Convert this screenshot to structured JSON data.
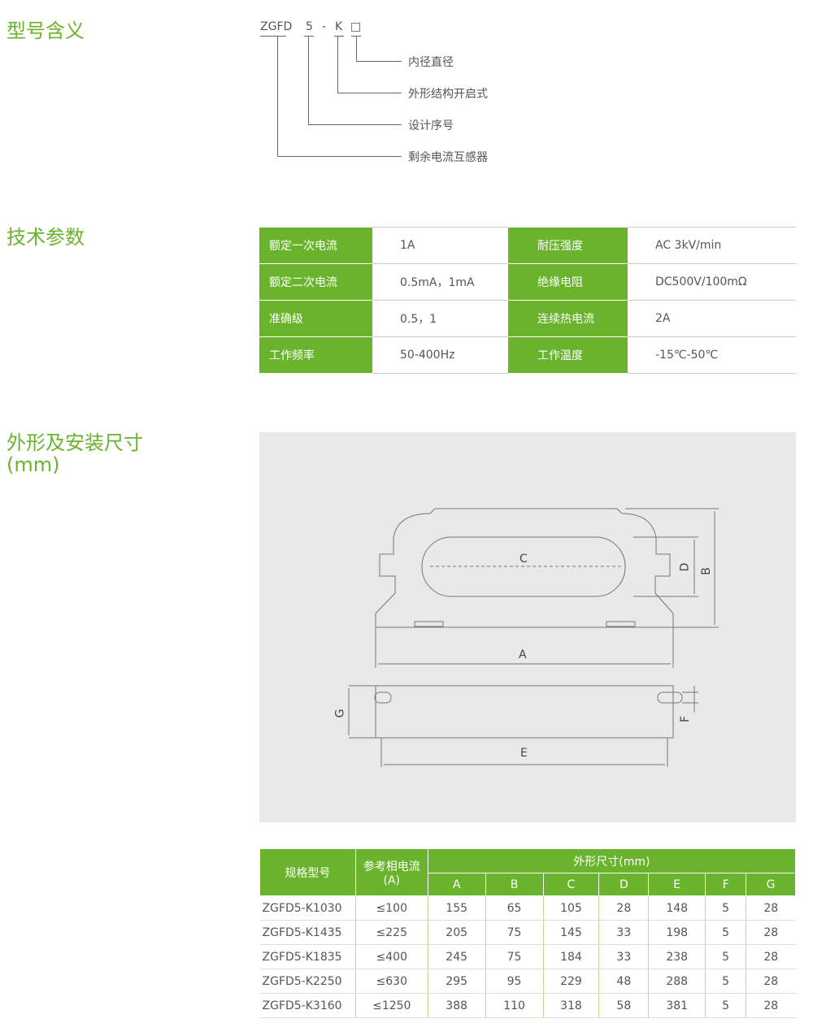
{
  "sections": {
    "model": "型号含义",
    "tech": "技术参数",
    "dims": "外形及安装尺寸",
    "dims_unit": "(mm)"
  },
  "model_code": {
    "p1": "ZGFD",
    "p2": "5",
    "dash": "-",
    "p3": "K",
    "p4": "□",
    "labels": [
      "内径直径",
      "外形结构开启式",
      "设计序号",
      "剩余电流互感器"
    ]
  },
  "spec": [
    [
      "额定一次电流",
      "1A",
      "耐压强度",
      "AC 3kV/min"
    ],
    [
      "额定二次电流",
      "0.5mA，1mA",
      "绝缘电阻",
      "DC500V/100mΩ"
    ],
    [
      "准确级",
      "0.5，1",
      "连续热电流",
      "2A"
    ],
    [
      "工作频率",
      "50-400Hz",
      "工作温度",
      "-15℃-50℃"
    ]
  ],
  "diagram": {
    "A": "A",
    "B": "B",
    "C": "C",
    "D": "D",
    "E": "E",
    "F": "F",
    "G": "G"
  },
  "dim_table": {
    "h_model": "规格型号",
    "h_current": "参考相电流(A)",
    "h_size": "外形尺寸(mm)",
    "cols": [
      "A",
      "B",
      "C",
      "D",
      "E",
      "F",
      "G"
    ],
    "rows": [
      [
        "ZGFD5-K1030",
        "≤100",
        "155",
        "65",
        "105",
        "28",
        "148",
        "5",
        "28"
      ],
      [
        "ZGFD5-K1435",
        "≤225",
        "205",
        "75",
        "145",
        "33",
        "198",
        "5",
        "28"
      ],
      [
        "ZGFD5-K1835",
        "≤400",
        "245",
        "75",
        "184",
        "33",
        "238",
        "5",
        "28"
      ],
      [
        "ZGFD5-K2250",
        "≤630",
        "295",
        "95",
        "229",
        "48",
        "288",
        "5",
        "28"
      ],
      [
        "ZGFD5-K3160",
        "≤1250",
        "388",
        "110",
        "318",
        "58",
        "381",
        "5",
        "28"
      ]
    ]
  }
}
